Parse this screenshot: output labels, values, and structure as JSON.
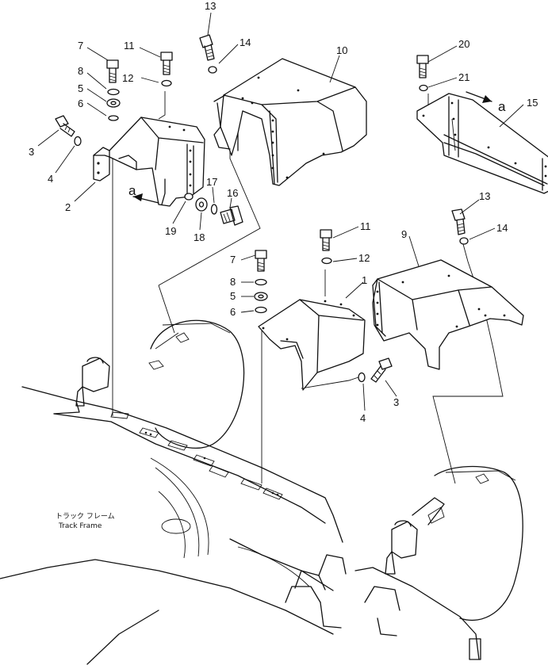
{
  "callouts": [
    {
      "id": "c13a",
      "text": "13"
    },
    {
      "id": "c14a",
      "text": "14"
    },
    {
      "id": "c10",
      "text": "10"
    },
    {
      "id": "c7a",
      "text": "7"
    },
    {
      "id": "c11a",
      "text": "11"
    },
    {
      "id": "c8a",
      "text": "8"
    },
    {
      "id": "c12a",
      "text": "12"
    },
    {
      "id": "c5a",
      "text": "5"
    },
    {
      "id": "c6a",
      "text": "6"
    },
    {
      "id": "c3a",
      "text": "3"
    },
    {
      "id": "c4a",
      "text": "4"
    },
    {
      "id": "c2",
      "text": "2"
    },
    {
      "id": "c17",
      "text": "17"
    },
    {
      "id": "c16",
      "text": "16"
    },
    {
      "id": "c19",
      "text": "19"
    },
    {
      "id": "c18",
      "text": "18"
    },
    {
      "id": "c20",
      "text": "20"
    },
    {
      "id": "c21",
      "text": "21"
    },
    {
      "id": "c15",
      "text": "15"
    },
    {
      "id": "c13b",
      "text": "13"
    },
    {
      "id": "c14b",
      "text": "14"
    },
    {
      "id": "c11b",
      "text": "11"
    },
    {
      "id": "c12b",
      "text": "12"
    },
    {
      "id": "c9",
      "text": "9"
    },
    {
      "id": "c7b",
      "text": "7"
    },
    {
      "id": "c8b",
      "text": "8"
    },
    {
      "id": "c5b",
      "text": "5"
    },
    {
      "id": "c6b",
      "text": "6"
    },
    {
      "id": "c1",
      "text": "1"
    },
    {
      "id": "c3b",
      "text": "3"
    },
    {
      "id": "c4b",
      "text": "4"
    }
  ],
  "view_markers": [
    {
      "id": "va1",
      "text": "a"
    },
    {
      "id": "va2",
      "text": "a"
    }
  ],
  "track_frame": {
    "label_jp": "トラック フレーム",
    "label_en": "Track Frame"
  }
}
